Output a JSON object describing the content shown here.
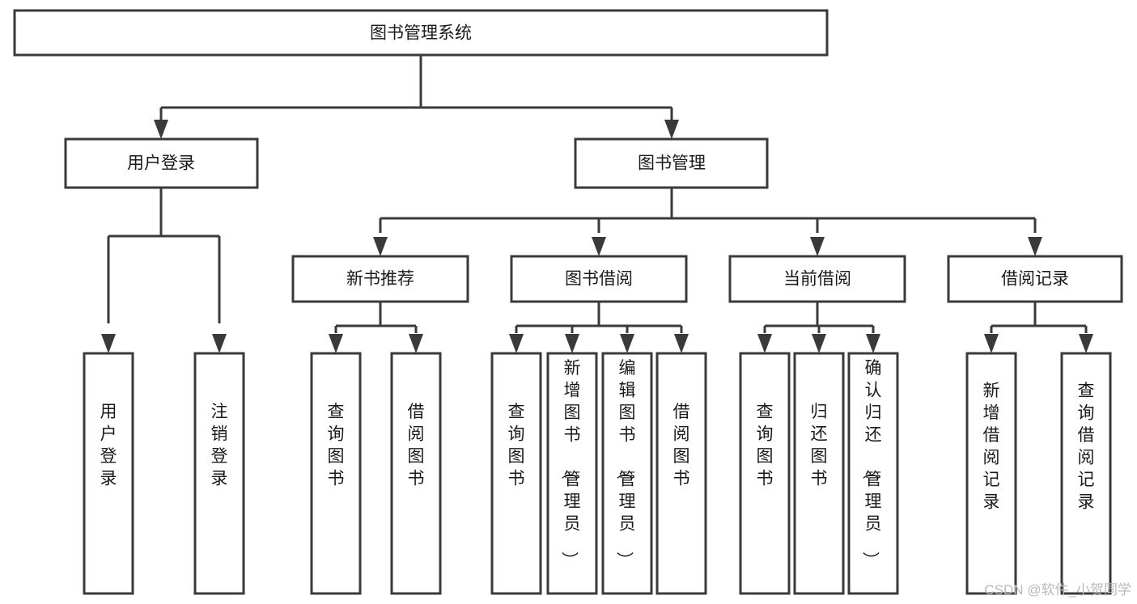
{
  "diagram": {
    "title": "图书管理系统",
    "type": "tree-hierarchy",
    "root": {
      "id": "root",
      "label": "图书管理系统",
      "orientation": "horizontal"
    },
    "level2": [
      {
        "id": "user-login",
        "label": "用户登录",
        "orientation": "horizontal"
      },
      {
        "id": "book-manage",
        "label": "图书管理",
        "orientation": "horizontal"
      }
    ],
    "level3": [
      {
        "id": "new-book-recommend",
        "label": "新书推荐",
        "orientation": "horizontal",
        "parent": "book-manage"
      },
      {
        "id": "book-borrow",
        "label": "图书借阅",
        "orientation": "horizontal",
        "parent": "book-manage"
      },
      {
        "id": "current-borrow",
        "label": "当前借阅",
        "orientation": "horizontal",
        "parent": "book-manage"
      },
      {
        "id": "borrow-record",
        "label": "借阅记录",
        "orientation": "horizontal",
        "parent": "book-manage"
      }
    ],
    "leaves": [
      {
        "id": "leaf-user-login",
        "label": "用户登录",
        "parent": "user-login",
        "orientation": "vertical"
      },
      {
        "id": "leaf-user-logout",
        "label": "注销登录",
        "parent": "user-login",
        "orientation": "vertical"
      },
      {
        "id": "leaf-recommend-query-book",
        "label": "查询图书",
        "parent": "new-book-recommend",
        "orientation": "vertical"
      },
      {
        "id": "leaf-recommend-borrow-book",
        "label": "借阅图书",
        "parent": "new-book-recommend",
        "orientation": "vertical"
      },
      {
        "id": "leaf-borrow-query-book",
        "label": "查询图书",
        "parent": "book-borrow",
        "orientation": "vertical"
      },
      {
        "id": "leaf-borrow-add-book",
        "label": "新增图书（管理员）",
        "parent": "book-borrow",
        "orientation": "vertical"
      },
      {
        "id": "leaf-borrow-edit-book",
        "label": "编辑图书（管理员）",
        "parent": "book-borrow",
        "orientation": "vertical"
      },
      {
        "id": "leaf-borrow-borrow-book",
        "label": "借阅图书",
        "parent": "book-borrow",
        "orientation": "vertical"
      },
      {
        "id": "leaf-current-query-book",
        "label": "查询图书",
        "parent": "current-borrow",
        "orientation": "vertical"
      },
      {
        "id": "leaf-current-return-book",
        "label": "归还图书",
        "parent": "current-borrow",
        "orientation": "vertical"
      },
      {
        "id": "leaf-current-confirm-return",
        "label": "确认归还（管理员）",
        "parent": "current-borrow",
        "orientation": "vertical"
      },
      {
        "id": "leaf-record-add",
        "label": "新增借阅记录",
        "parent": "borrow-record",
        "orientation": "vertical"
      },
      {
        "id": "leaf-record-query",
        "label": "查询借阅记录",
        "parent": "borrow-record",
        "orientation": "vertical"
      }
    ],
    "watermark": "CSDN @软件_小贺同学",
    "colors": {
      "box_stroke": "#3a3a3a",
      "box_fill": "#ffffff",
      "text": "#1a1a1a",
      "watermark": "#b9b9b9",
      "background": "#ffffff"
    }
  }
}
